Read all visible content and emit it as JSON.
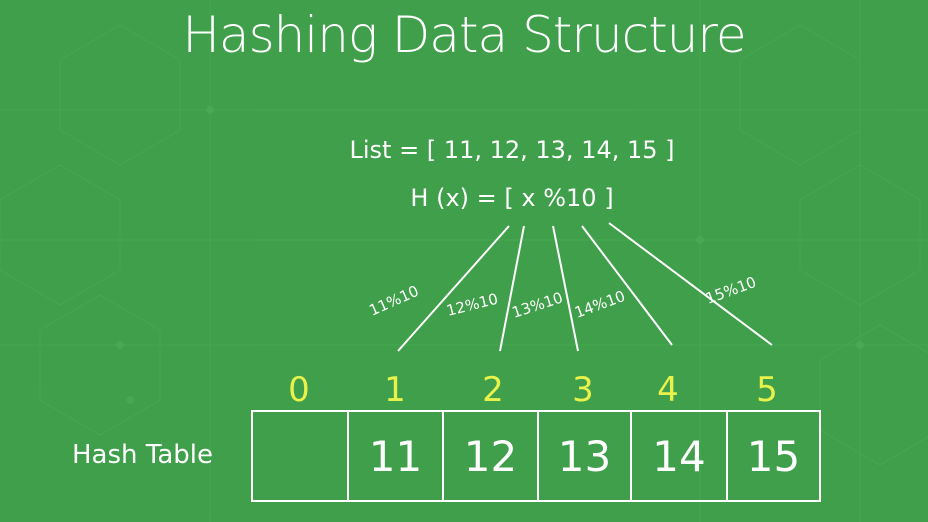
{
  "title": "Hashing Data Structure",
  "list_expression": "List = [ 11, 12, 13, 14, 15 ]",
  "hash_function": "H (x) = [ x %10 ]",
  "table_label": "Hash Table",
  "indices": [
    "0",
    "1",
    "2",
    "3",
    "4",
    "5"
  ],
  "cells": [
    "",
    "11",
    "12",
    "13",
    "14",
    "15"
  ],
  "arrow_labels": [
    "11%10",
    "12%10",
    "13%10",
    "14%10",
    "15%10"
  ],
  "colors": {
    "background": "#3f9f4a",
    "text": "#ffffff",
    "index": "#e8f24a"
  }
}
